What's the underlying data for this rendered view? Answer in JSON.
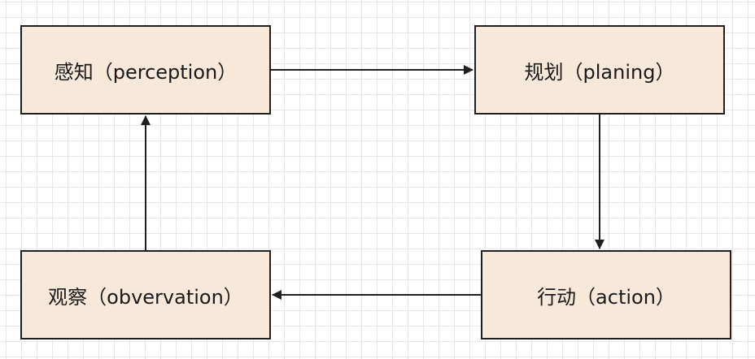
{
  "diagram": {
    "nodes": [
      {
        "id": "perception",
        "label": "感知（perception）"
      },
      {
        "id": "planning",
        "label": "规划（planing）"
      },
      {
        "id": "action",
        "label": "行动（action）"
      },
      {
        "id": "observation",
        "label": "观察（obvervation）"
      }
    ],
    "edges": [
      {
        "from": "perception",
        "to": "planning"
      },
      {
        "from": "planning",
        "to": "action"
      },
      {
        "from": "action",
        "to": "observation"
      },
      {
        "from": "observation",
        "to": "perception"
      }
    ],
    "colors": {
      "node_fill": "#f7e8d9",
      "node_border": "#1f1f1f",
      "arrow": "#1f1f1f",
      "grid": "#e6e6e6"
    }
  }
}
